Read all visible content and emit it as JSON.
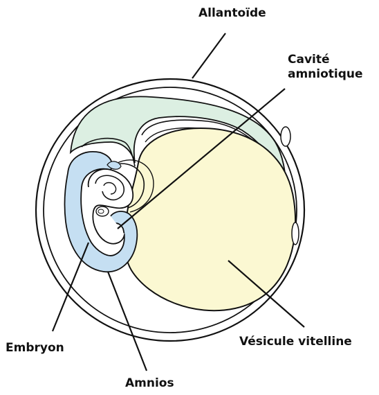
{
  "labels": {
    "allantoide": "Allantoïde",
    "cavite_line1": "Cavité",
    "cavite_line2": "amniotique",
    "vesicule": "Vésicule vitelline",
    "embryon": "Embryon",
    "amnios": "Amnios"
  },
  "colors": {
    "allantois_fill": "#dcefe2",
    "yolk_fill": "#fbf8d2",
    "amnion_fill": "#c5dff2",
    "outline": "#111111"
  }
}
